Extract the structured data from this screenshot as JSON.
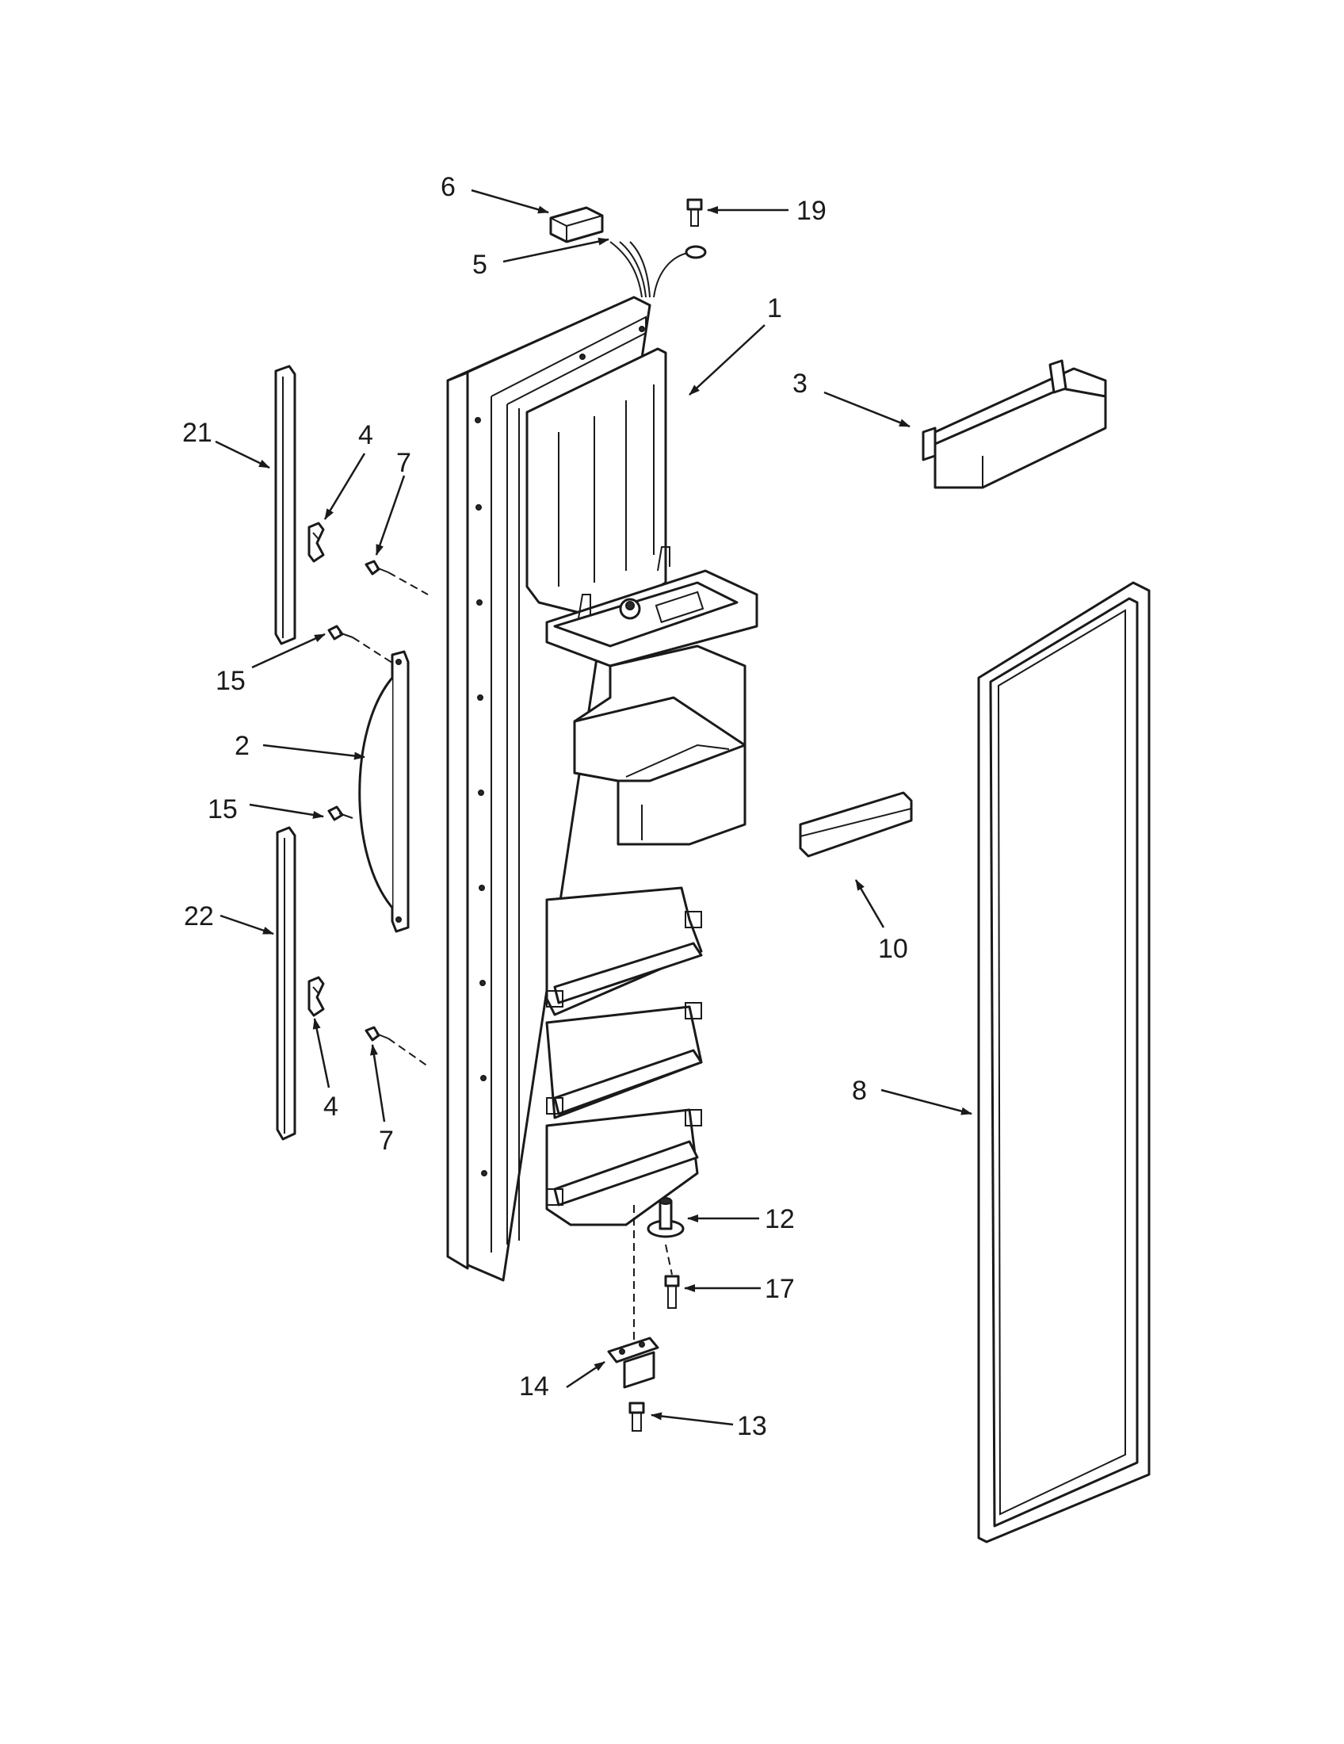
{
  "callouts": {
    "c1": "1",
    "c2": "2",
    "c3": "3",
    "c4a": "4",
    "c4b": "4",
    "c5": "5",
    "c6": "6",
    "c7a": "7",
    "c7b": "7",
    "c8": "8",
    "c10": "10",
    "c12": "12",
    "c13": "13",
    "c14": "14",
    "c15a": "15",
    "c15b": "15",
    "c17": "17",
    "c19": "19",
    "c21": "21",
    "c22": "22"
  }
}
